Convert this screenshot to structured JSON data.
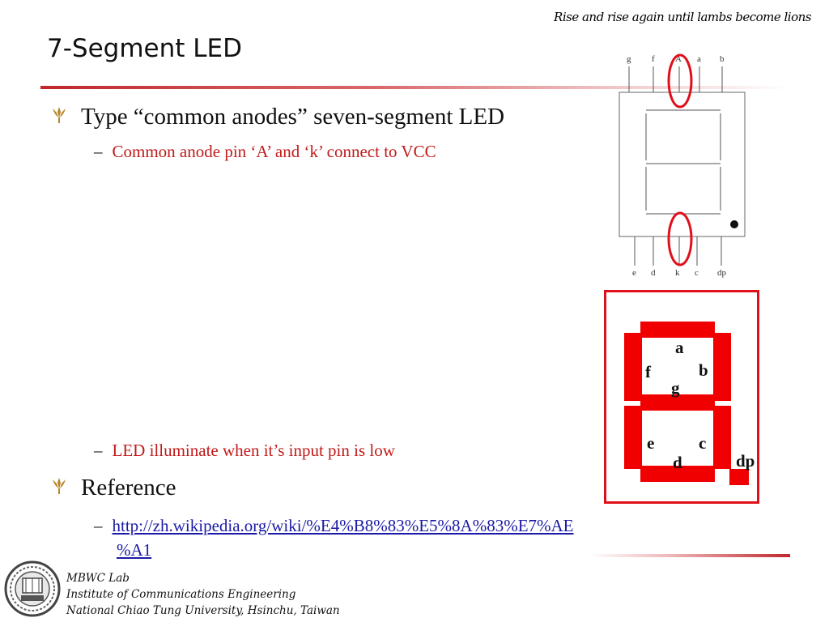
{
  "header": {
    "motto": "Rise and rise again until lambs become lions",
    "title": "7-Segment LED"
  },
  "content": {
    "bullet1": "Type “common anodes” seven-segment LED",
    "sub1": "Common anode pin ‘A’ and ‘k’ connect to VCC",
    "sub2": "LED illuminate when it’s input pin is low",
    "bullet2": "Reference",
    "link_line1": "http://zh.wikipedia.org/wiki/%E4%B8%83%E5%8A%83%E7%AE",
    "link_line2": "%A1"
  },
  "pin_diagram": {
    "top_pins": [
      "g",
      "f",
      "A",
      "a",
      "b"
    ],
    "bottom_pins": [
      "e",
      "d",
      "k",
      "c",
      "dp"
    ],
    "highlight_color": "#e0101a"
  },
  "segment_diagram": {
    "segment_color": "#f00000",
    "labels": {
      "a": "a",
      "b": "b",
      "c": "c",
      "d": "d",
      "e": "e",
      "f": "f",
      "g": "g",
      "dp": "dp"
    }
  },
  "footer": {
    "line1": "MBWC Lab",
    "line2": "Institute of Communications Engineering",
    "line3": "National Chiao Tung University, Hsinchu, Taiwan"
  },
  "icons": {
    "bullet": "lotus-bullet-icon",
    "logo": "university-seal-logo"
  },
  "colors": {
    "accent_red": "#c01b1b",
    "link_blue": "#1a1aa6",
    "rule_red": "#c0282d"
  }
}
